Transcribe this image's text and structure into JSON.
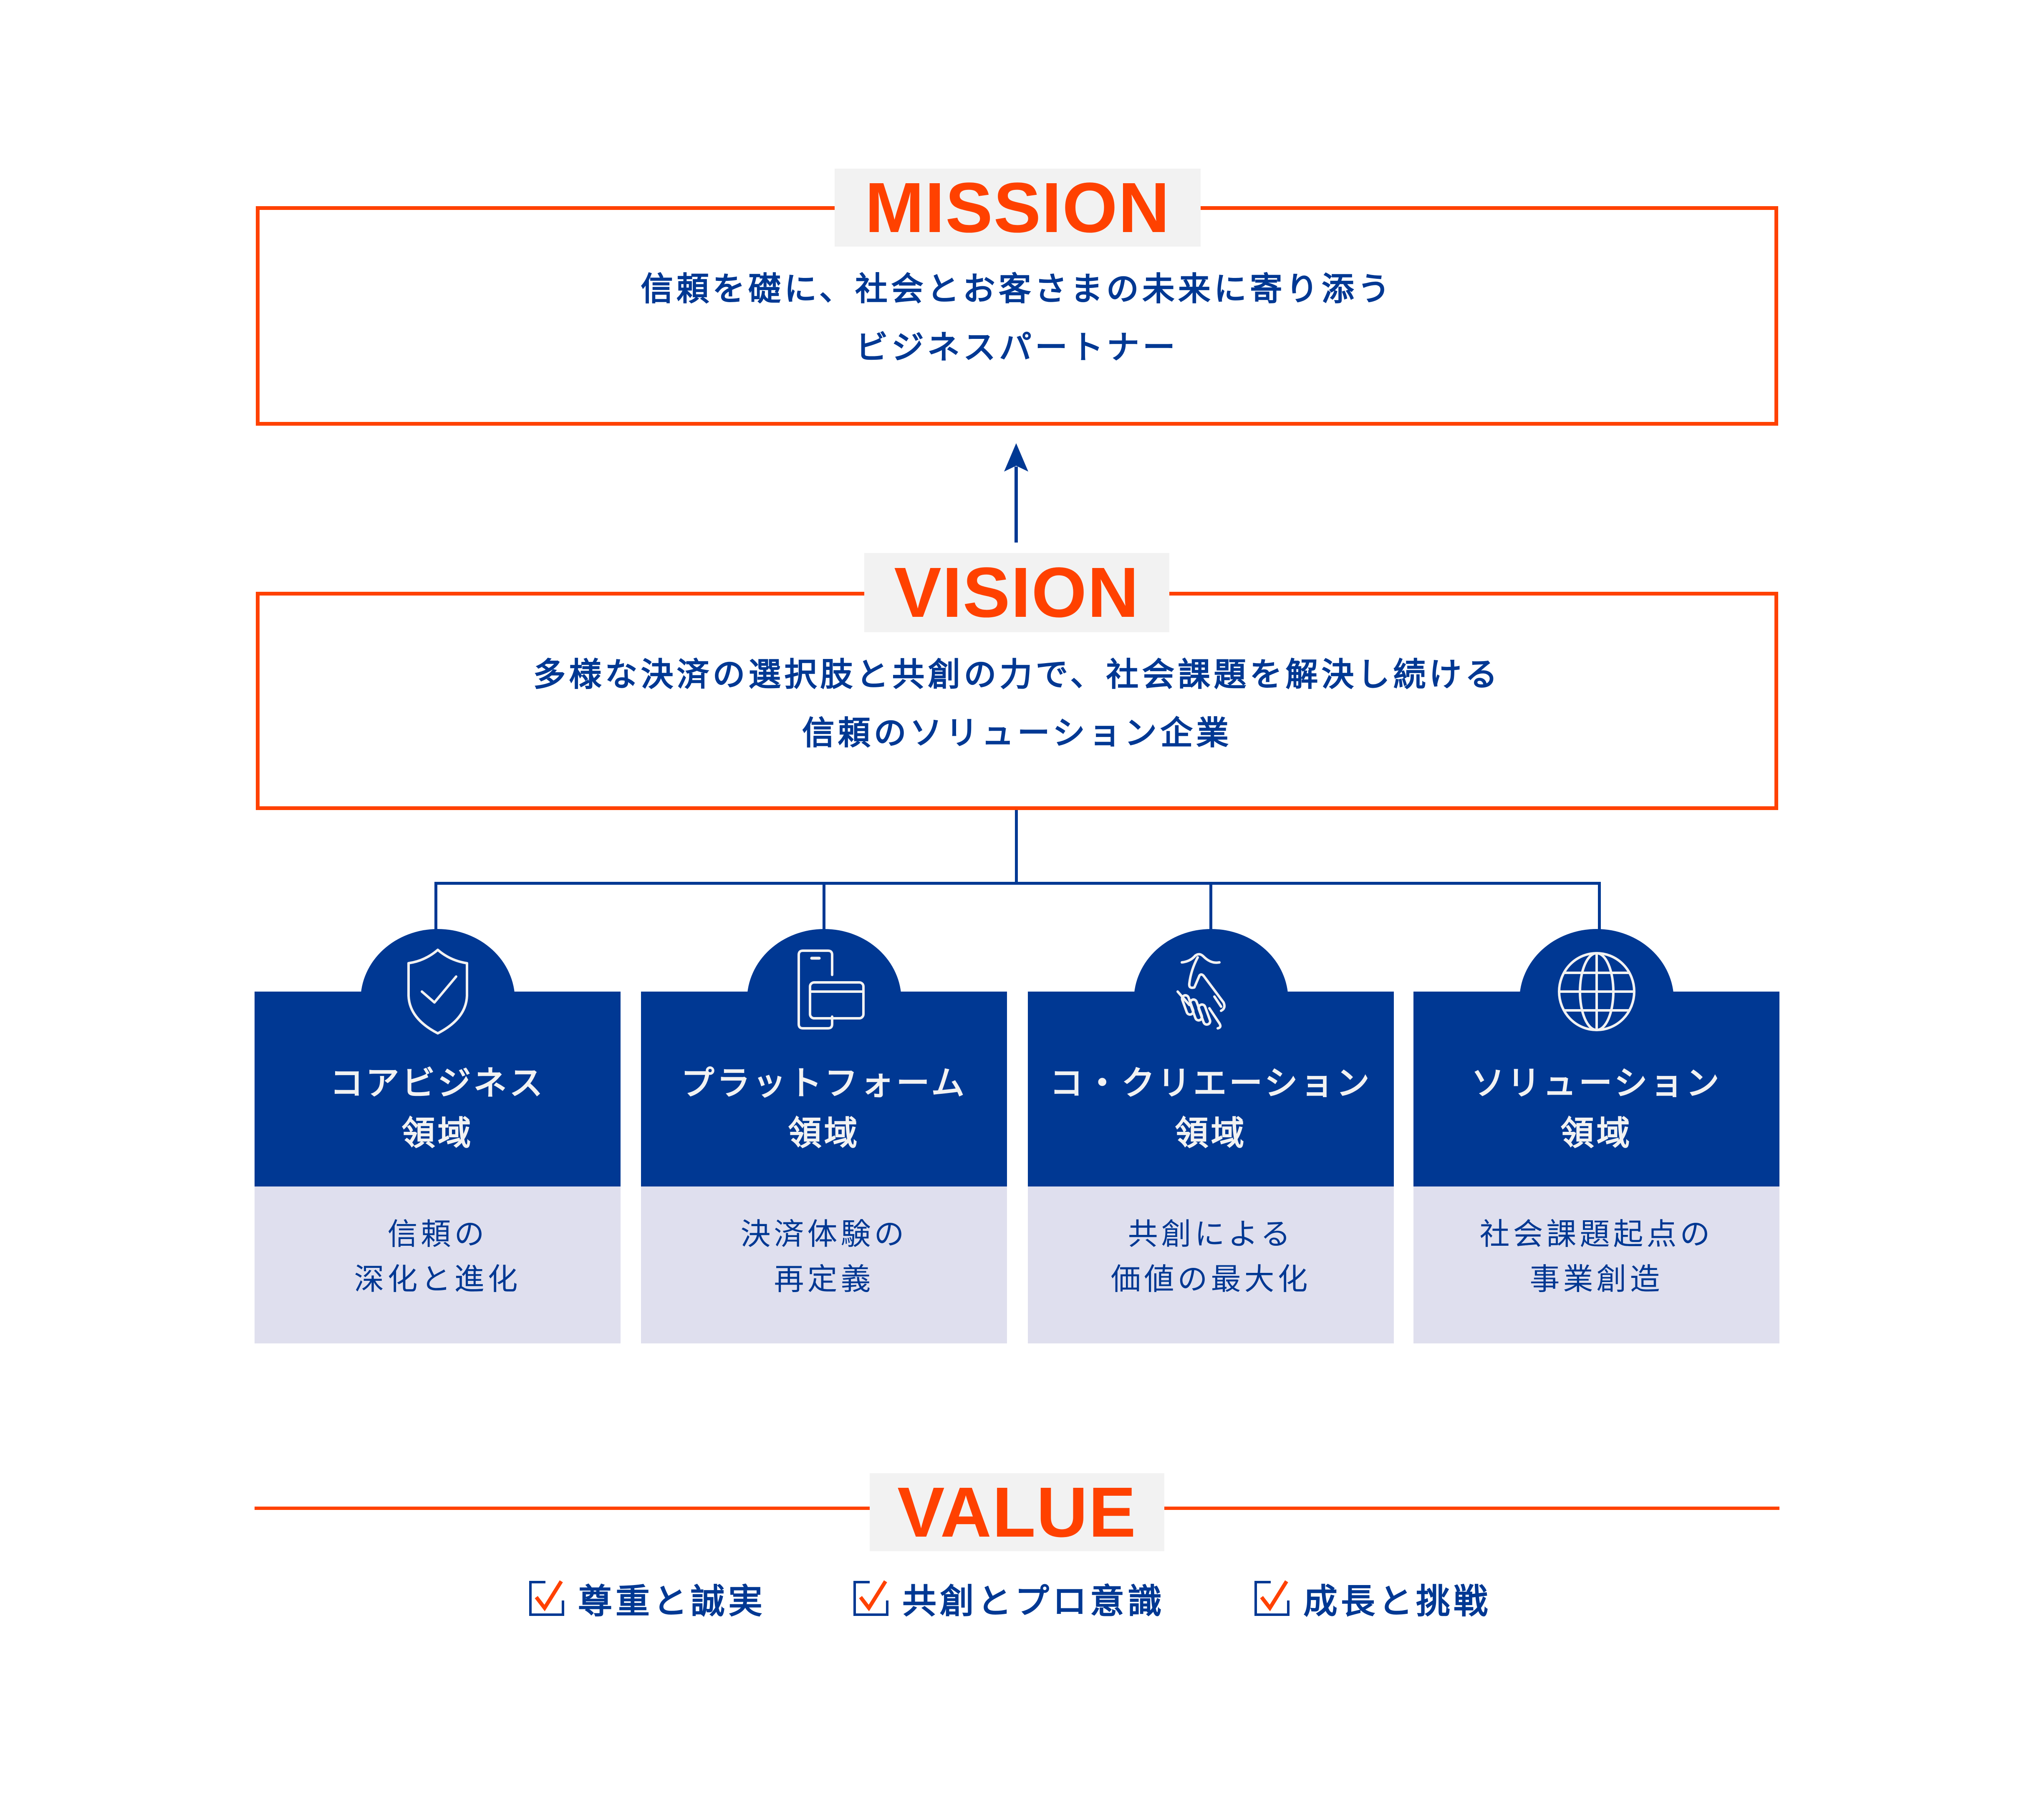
{
  "colors": {
    "accent": "#ff4100",
    "primary": "#003893",
    "label_bg": "#f2f2f2",
    "card_light": "#dfdfee",
    "card_text": "#f2f2f2"
  },
  "mission": {
    "label": "MISSION",
    "lines": [
      "信頼を礎に、社会とお客さまの未来に寄り添う",
      "ビジネスパートナー"
    ]
  },
  "vision": {
    "label": "VISION",
    "lines": [
      "多様な決済の選択肢と共創の力で、社会課題を解決し続ける",
      "信頼のソリューション企業"
    ]
  },
  "arrow": {
    "icon": "arrow-up-icon",
    "direction": "up"
  },
  "domains": [
    {
      "icon": "shield-check-icon",
      "title": [
        "コアビジネス",
        "領域"
      ],
      "desc": [
        "信頼の",
        "深化と進化"
      ]
    },
    {
      "icon": "phone-card-icon",
      "title": [
        "プラットフォーム",
        "領域"
      ],
      "desc": [
        "決済体験の",
        "再定義"
      ]
    },
    {
      "icon": "handshake-icon",
      "title": [
        "コ・クリエーション",
        "領域"
      ],
      "desc": [
        "共創による",
        "価値の最大化"
      ]
    },
    {
      "icon": "globe-icon",
      "title": [
        "ソリューション",
        "領域"
      ],
      "desc": [
        "社会課題起点の",
        "事業創造"
      ]
    }
  ],
  "value": {
    "label": "VALUE",
    "items": [
      {
        "icon": "checkbox-checked-icon",
        "label": "尊重と誠実"
      },
      {
        "icon": "checkbox-checked-icon",
        "label": "共創とプロ意識"
      },
      {
        "icon": "checkbox-checked-icon",
        "label": "成長と挑戦"
      }
    ]
  }
}
